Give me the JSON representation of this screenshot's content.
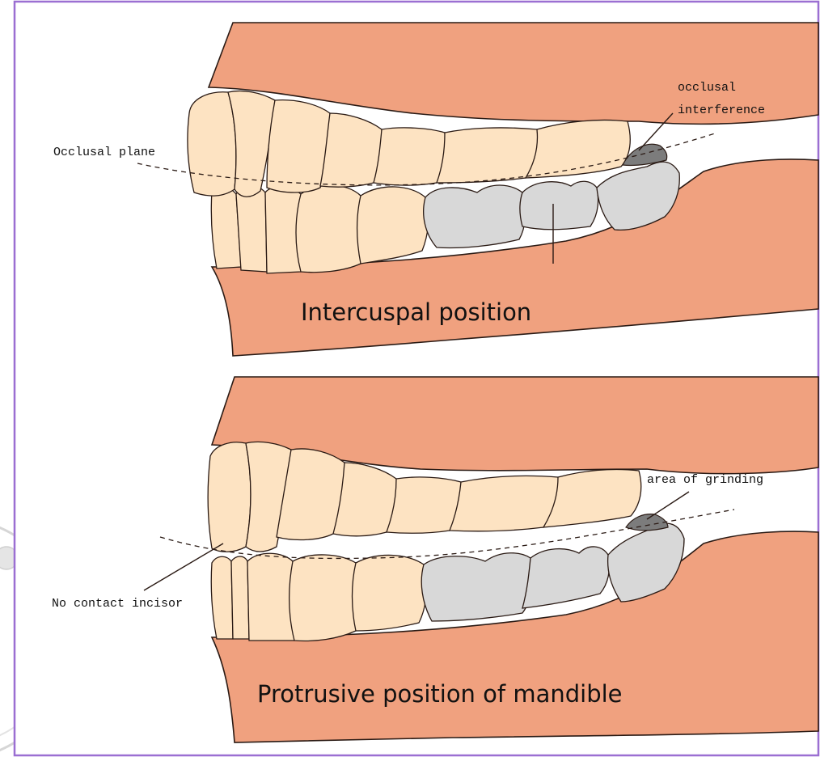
{
  "panels": [
    {
      "caption": "Intercuspal position",
      "labels": {
        "occlusal_plane": "Occlusal plane",
        "interference_line1": "occlusal",
        "interference_line2": "interference"
      }
    },
    {
      "caption": "Protrusive position of mandible",
      "labels": {
        "grinding": "area of grinding",
        "no_contact": "No contact incisor"
      }
    }
  ],
  "colors": {
    "gum": "#F0A17F",
    "gum_stroke": "#2a1a14",
    "tooth": "#FDE3C2",
    "restoration": "#D8D8D8",
    "interference_area": "#7C7C7C",
    "frame_border": "#9B6FD2",
    "deco_circle": "#D4D4D4"
  }
}
